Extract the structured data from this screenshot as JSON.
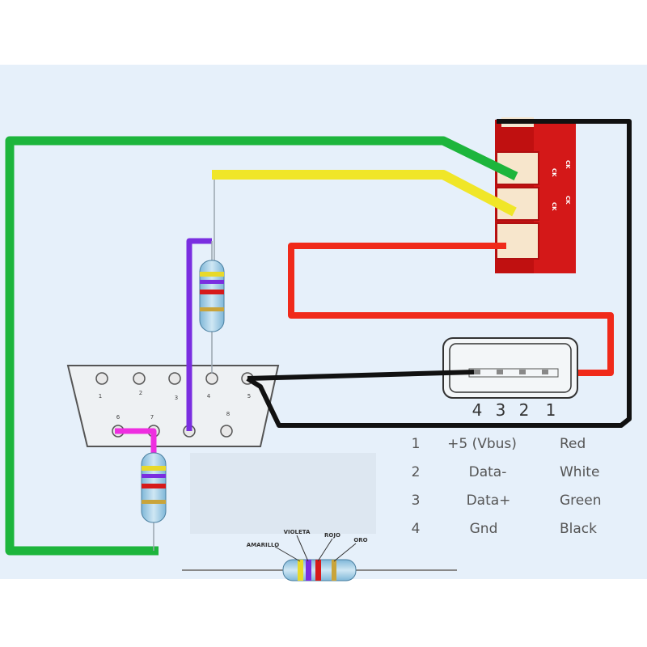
{
  "usb_pin_numbers": [
    "4",
    "3",
    "2",
    "1"
  ],
  "db9_pin_numbers": [
    "1",
    "2",
    "3",
    "4",
    "5",
    "6",
    "7",
    "8"
  ],
  "pinout_table": [
    {
      "pin": "1",
      "signal": "+5 (Vbus)",
      "color": "Red"
    },
    {
      "pin": "2",
      "signal": "Data-",
      "color": "White"
    },
    {
      "pin": "3",
      "signal": "Data+",
      "color": "Green"
    },
    {
      "pin": "4",
      "signal": "Gnd",
      "color": "Black"
    }
  ],
  "resistor_legend": {
    "labels": [
      "AMARILLO",
      "VIOLETA",
      "ROJO",
      "ORO"
    ]
  },
  "switch_slot_labels": [
    "CK",
    "CK",
    "CK",
    "CK"
  ],
  "wire_colors": {
    "green": "#1db53c",
    "yellow": "#f0e628",
    "red": "#f02a1a",
    "black": "#111111",
    "purple": "#7a2ee0",
    "magenta": "#ee2ee0"
  },
  "background_color": "#e6f0fa"
}
